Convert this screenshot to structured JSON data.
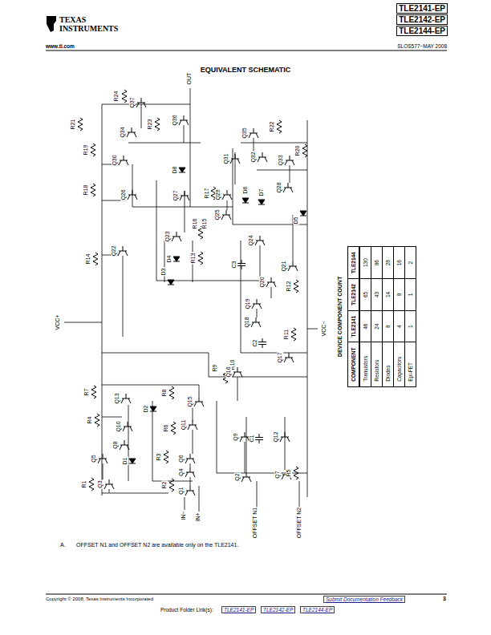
{
  "diagram": {
    "title": "EQUIVALENT SCHEMATIC",
    "labels": [
      "TLE2141-EP",
      "TLE2142-EP",
      "TLE2144-EP",
      "TEXAS",
      "INSTRUMENTS",
      "www.ti.com",
      "SLOS577−MAY 2008",
      "R24",
      "Q37",
      "OUT",
      "R21",
      "Q34",
      "R23",
      "Q36",
      "Q35",
      "R22",
      "R19",
      "Q30",
      "Q31",
      "Q32",
      "R20",
      "D8",
      "Q33",
      "R18",
      "Q26",
      "Q27",
      "R17",
      "Q29",
      "D6",
      "D7",
      "Q28",
      "D5",
      "Q25",
      "R16",
      "R15",
      "R14",
      "Q22",
      "Q23",
      "Q24",
      "R13",
      "C3",
      "D4",
      "D3",
      "Q21",
      "Q20",
      "R12",
      "Q19",
      "Q18",
      "VCC+",
      "VCC−",
      "R11",
      "C2",
      "Q17",
      "R10",
      "R9",
      "Q16",
      "R7",
      "R8",
      "Q13",
      "Q15",
      "D2",
      "R4",
      "Q10",
      "Q11",
      "Q8",
      "R6",
      "Q5",
      "C1",
      "Q12",
      "Q9",
      "R3",
      "D1",
      "Q6",
      "R5",
      "Q7",
      "R1",
      "Q3",
      "R2",
      "Q4",
      "Q2",
      "Q1",
      "IN−",
      "IN+",
      "OFFSET N1",
      "OFFSET N2",
      "DEVICE COMPONENT COUNT",
      "COMPONENT",
      "TLE2141",
      "TLE2142",
      "TLE2144",
      "Transistors",
      "46",
      "65",
      "130",
      "Resistors",
      "24",
      "43",
      "86",
      "Diodes",
      "8",
      "14",
      "28",
      "Capacitors",
      "4",
      "8",
      "16",
      "Epi-FET",
      "1",
      "1",
      "2",
      "A.",
      "OFFSET N1 and OFFSET N2 are available only on the TLE2141.",
      "Copyright © 2008, Texas Instruments Incorporated",
      "Submit Documentation Feedback",
      "3",
      "Product Folder Link(s):",
      "TLE2141-EP",
      "TLE2142-EP",
      "TLE2144-EP"
    ]
  }
}
